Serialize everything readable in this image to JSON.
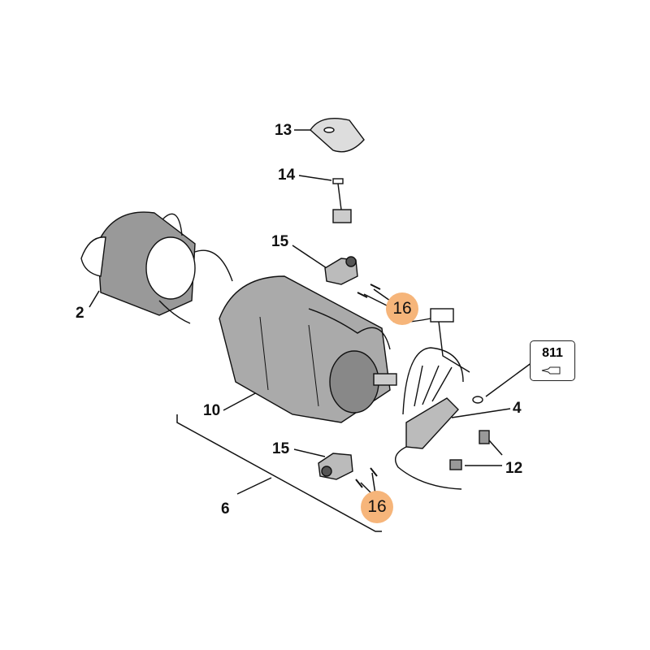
{
  "diagram": {
    "callouts": [
      "13",
      "14",
      "15",
      "2",
      "16",
      "10",
      "4",
      "15",
      "12",
      "6",
      "16"
    ],
    "reference_box": {
      "label": "811",
      "icon": "adhesive-tube-icon"
    },
    "highlight_color": "#f6b57a"
  }
}
